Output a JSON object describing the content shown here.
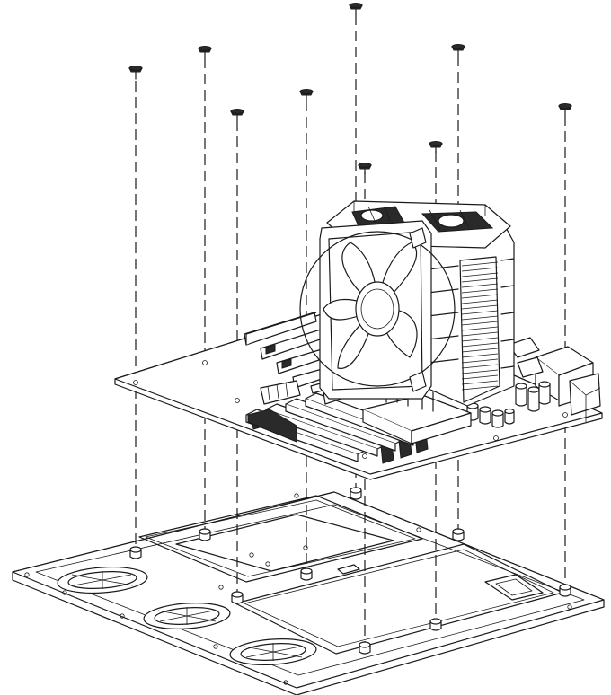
{
  "figure": {
    "type": "exploded-assembly-illustration",
    "components": [
      "mounting-screw",
      "motherboard",
      "cpu-cooler",
      "ram-module",
      "motherboard-tray"
    ],
    "screw_count": 9,
    "standoff_count": 9,
    "ram_module_count": 4,
    "cable_cutout_count": 3,
    "colors": {
      "line": "#1a1a1a",
      "background": "#ffffff",
      "shade": "#d9d9d9"
    }
  }
}
